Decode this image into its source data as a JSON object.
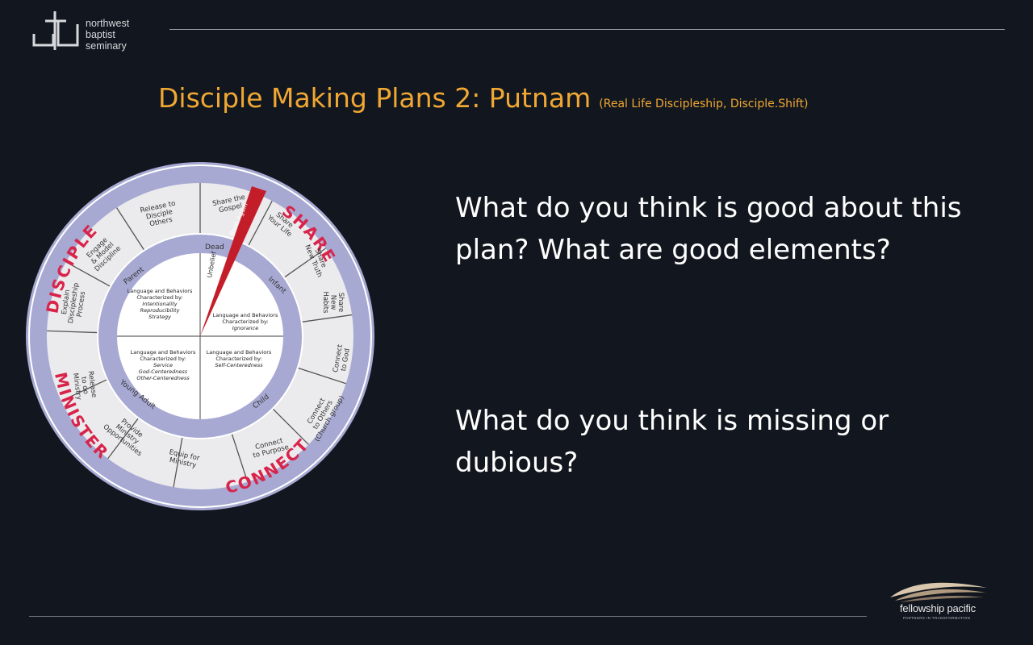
{
  "header": {
    "logo_lines": [
      "northwest",
      "baptist",
      "seminary"
    ]
  },
  "slide": {
    "title": "Disciple Making Plans 2: Putnam",
    "subtitle": "(Real Life Discipleship, Disciple.Shift)",
    "question_1": "What do you think is good about this plan?  What are good elements?",
    "question_2": "What do you think is missing or dubious?"
  },
  "wheel": {
    "ring_labels": {
      "share": "SHARE",
      "connect": "CONNECT",
      "minister": "MINISTER",
      "disciple": "DISCIPLE"
    },
    "outer_segments": [
      [
        "Share the",
        "Gospel"
      ],
      [
        "Share",
        "Your Life"
      ],
      [
        "Share",
        "New Truth"
      ],
      [
        "Share",
        "New",
        "Habits"
      ],
      [
        "Connect",
        "to God"
      ],
      [
        "Connect",
        "to Others",
        "(Church group)"
      ],
      [
        "Connect",
        "to Purpose"
      ],
      [
        "Equip for",
        "Ministry"
      ],
      [
        "Provide",
        "Ministry",
        "Opportunities"
      ],
      [
        "Release",
        "to do",
        "Ministry"
      ],
      [
        "Explain",
        "Discipleship",
        "Process"
      ],
      [
        "Engage",
        "& Model",
        "Discipline"
      ],
      [
        "Release to",
        "Disciple",
        "Others"
      ]
    ],
    "born_again": "Born Again",
    "stages": {
      "dead": "Dead",
      "unbelief": "Unbelief",
      "infant": "Infant",
      "child": "Child",
      "young_adult": "Young Adult",
      "parent": "Parent"
    },
    "center_quadrants": {
      "top_left": [
        "Language and Behaviors",
        "Characterized by:",
        "Intentionality",
        "Reproducibility",
        "Strategy"
      ],
      "top_right": [
        "Language and Behaviors",
        "Characterized by:",
        "Ignorance"
      ],
      "bottom_left": [
        "Language and Behaviors",
        "Characterized by:",
        "Service",
        "God-Centeredness",
        "Other-Centeredness"
      ],
      "bottom_right": [
        "Language and Behaviors",
        "Characterized by:",
        "Self-Centeredness"
      ]
    }
  },
  "footer": {
    "brand": "fellowship pacific",
    "tagline": "PARTNERS IN TRANSFORMATION"
  },
  "colors": {
    "title": "#f0a733",
    "background": "#12171f",
    "ring": "#a7a9d3",
    "ring_text": "#d8244a",
    "wedge": "#c41d2a"
  }
}
